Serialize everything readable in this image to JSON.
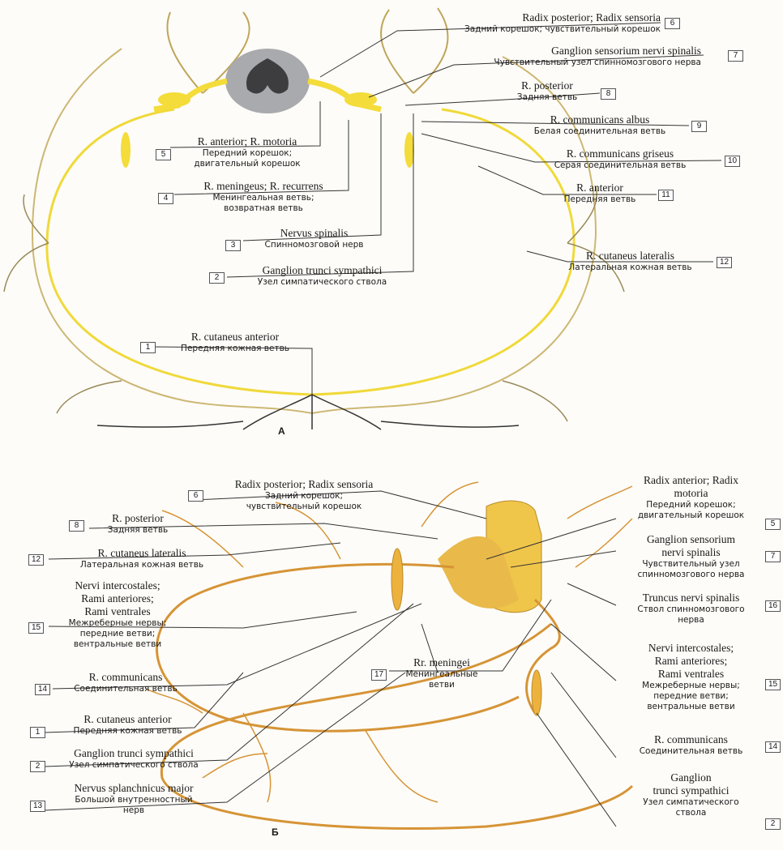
{
  "panel_a": {
    "caption": "A",
    "labels": [
      {
        "num": "6",
        "lat": "Radix posterior; Radix sensoria",
        "rus": "Задний корешок; чувствительный корешок"
      },
      {
        "num": "7",
        "lat": "Ganglion sensorium nervi spinalis",
        "rus": "Чувствительный узел спинномозгового нерва"
      },
      {
        "num": "8",
        "lat": "R. posterior",
        "rus": "Задняя ветвь"
      },
      {
        "num": "9",
        "lat": "R. communicans albus",
        "rus": "Белая соединительная ветвь"
      },
      {
        "num": "10",
        "lat": "R. communicans griseus",
        "rus": "Серая соединительная ветвь"
      },
      {
        "num": "11",
        "lat": "R. anterior",
        "rus": "Передняя ветвь"
      },
      {
        "num": "12",
        "lat": "R. cutaneus lateralis",
        "rus": "Латеральная кожная ветвь"
      },
      {
        "num": "5",
        "lat": "R. anterior; R. motoria",
        "rus": "Передний корешок;",
        "rus2": "двигательный корешок"
      },
      {
        "num": "4",
        "lat": "R. meningeus; R. recurrens",
        "rus": "Менингеальная ветвь;",
        "rus2": "возвратная ветвь"
      },
      {
        "num": "3",
        "lat": "Nervus spinalis",
        "rus": "Спинномозговой нерв"
      },
      {
        "num": "2",
        "lat": "Ganglion trunci sympathici",
        "rus": "Узел симпатического ствола"
      },
      {
        "num": "1",
        "lat": "R. cutaneus anterior",
        "rus": "Передняя кожная ветвь"
      }
    ]
  },
  "panel_b": {
    "caption": "Б",
    "left": [
      {
        "num": "6",
        "lat": "Radix posterior; Radix sensoria",
        "rus": "Задний корешок;",
        "rus2": "чувствительный корешок"
      },
      {
        "num": "8",
        "lat": "R. posterior",
        "rus": "Задняя ветвь"
      },
      {
        "num": "12",
        "lat": "R. cutaneus lateralis",
        "rus": "Латеральная кожная ветвь"
      },
      {
        "num": "15",
        "lat": "Nervi intercostales;",
        "lat2": "Rami anteriores;",
        "lat3": "Rami ventrales",
        "rus": "Межреберные нервы;",
        "rus2": "передние ветви;",
        "rus3": "вентральные ветви"
      },
      {
        "num": "14",
        "lat": "R. communicans",
        "rus": "Соединительная ветвь"
      },
      {
        "num": "1",
        "lat": "R. cutaneus anterior",
        "rus": "Передняя кожная ветвь"
      },
      {
        "num": "2",
        "lat": "Ganglion trunci sympathici",
        "rus": "Узел симпатического ствола"
      },
      {
        "num": "13",
        "lat": "Nervus splanchnicus major",
        "rus": "Большой внутренностный",
        "rus2": "нерв"
      },
      {
        "num": "17",
        "lat": "Rr. meningei",
        "rus": "Менингеальные",
        "rus2": "ветви"
      }
    ],
    "right": [
      {
        "num": "5",
        "lat": "Radix anterior; Radix",
        "lat2": "motoria",
        "rus": "Передний корешок;",
        "rus2": "двигательный корешок"
      },
      {
        "num": "7",
        "lat": "Ganglion sensorium",
        "lat2": "nervi spinalis",
        "rus": "Чувствительный узел",
        "rus2": "спинномозгового нерва"
      },
      {
        "num": "16",
        "lat": "Truncus nervi spinalis",
        "rus": "Ствол спинномозгового",
        "rus2": "нерва"
      },
      {
        "num": "15",
        "lat": "Nervi intercostales;",
        "lat2": "Rami anteriores;",
        "lat3": "Rami ventrales",
        "rus": "Межреберные нервы;",
        "rus2": "передние ветви;",
        "rus3": "вентральные ветви"
      },
      {
        "num": "14",
        "lat": "R. communicans",
        "rus": "Соединительная ветвь"
      },
      {
        "num": "2",
        "lat": "Ganglion",
        "lat2": "trunci sympathici",
        "rus": "Узел симпатического",
        "rus2": "ствола"
      }
    ]
  },
  "colors": {
    "nerve_yellow": "#f4dc3a",
    "nerve_orange": "#d69436",
    "cord_gray": "#a9aaad",
    "leader": "#333333"
  }
}
